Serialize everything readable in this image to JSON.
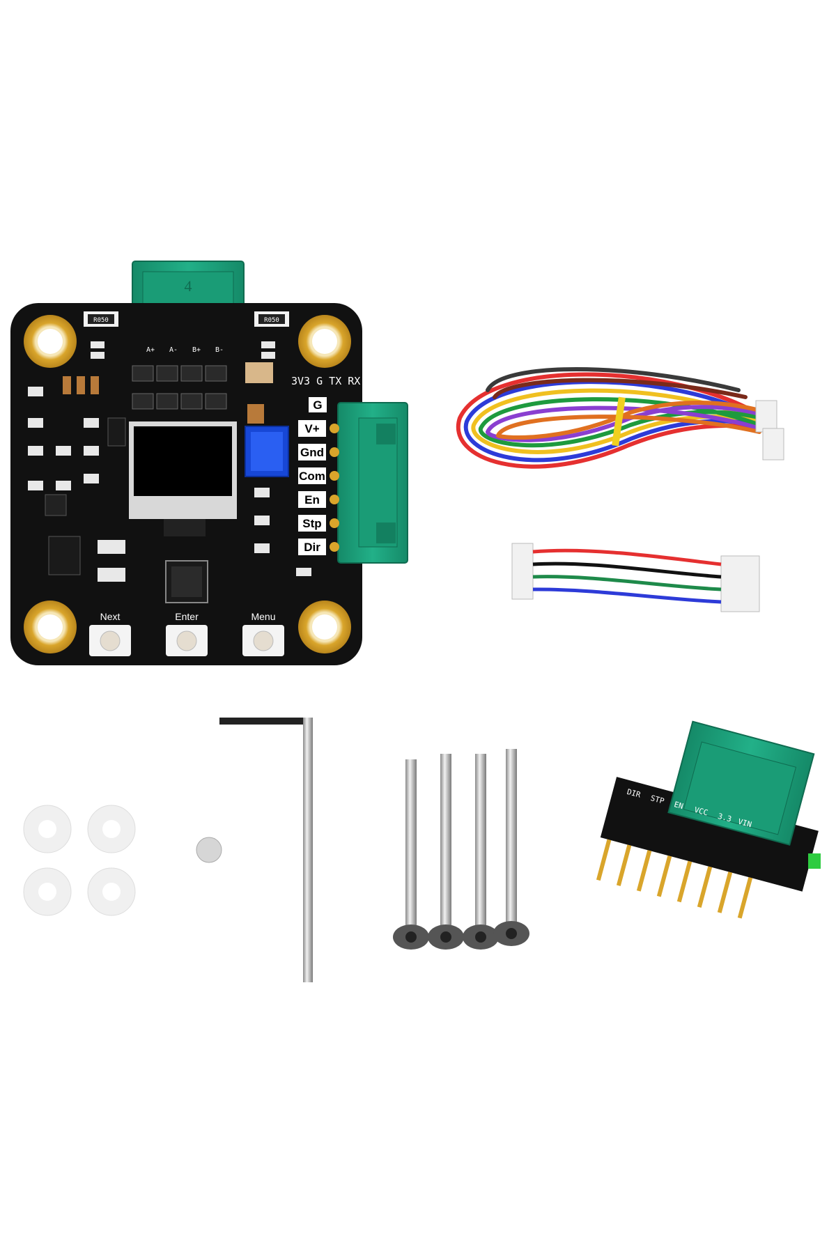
{
  "board": {
    "connector_number": "4",
    "motor_pins": [
      "A+",
      "A-",
      "B+",
      "B-"
    ],
    "uart_header": "3V3 G TX RX",
    "ground_tab": "G",
    "pin_labels": [
      "V+",
      "Gnd",
      "Com",
      "En",
      "Stp",
      "Dir"
    ],
    "buttons": [
      "Next",
      "Enter",
      "Menu"
    ],
    "resistor_codes": [
      "R050",
      "R050"
    ]
  },
  "adapter": {
    "pin_labels": [
      "DIR",
      "STP",
      "EN",
      "VCC",
      "3.3",
      "VIN"
    ]
  },
  "colors": {
    "pcb": "#111111",
    "connector": "#1fa57f",
    "pad_gold": "#d9a52b",
    "potentiometer": "#1747d6"
  }
}
